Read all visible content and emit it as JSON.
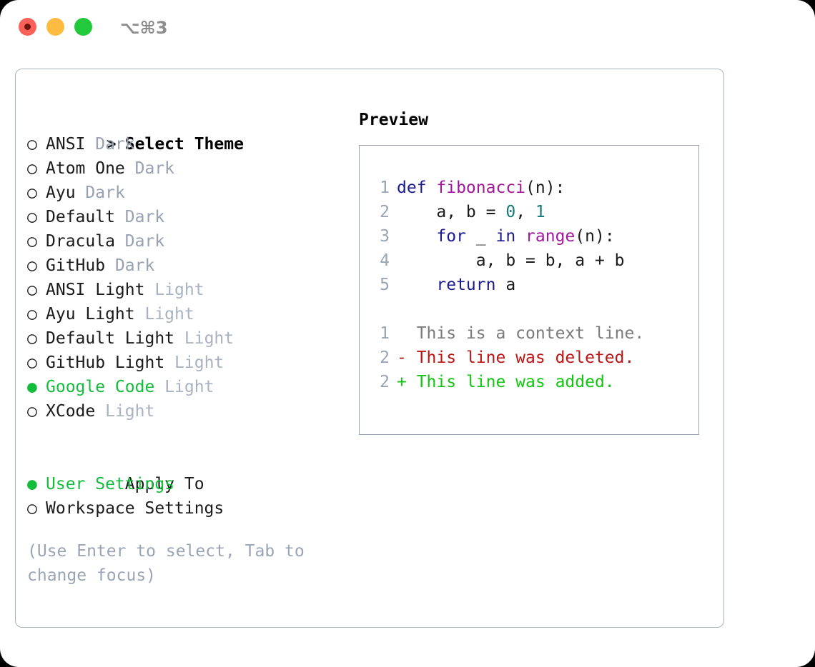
{
  "window": {
    "traffic_lights": [
      "close",
      "minimize",
      "maximize"
    ],
    "shortcut": "⌥⌘3"
  },
  "theme_picker": {
    "header_marker": ">",
    "header_label": "Select Theme",
    "items": [
      {
        "marker": "○",
        "label": "ANSI",
        "tag": "Dark",
        "selected": false
      },
      {
        "marker": "○",
        "label": "Atom One",
        "tag": "Dark",
        "selected": false
      },
      {
        "marker": "○",
        "label": "Ayu",
        "tag": "Dark",
        "selected": false
      },
      {
        "marker": "○",
        "label": "Default",
        "tag": "Dark",
        "selected": false
      },
      {
        "marker": "○",
        "label": "Dracula",
        "tag": "Dark",
        "selected": false
      },
      {
        "marker": "○",
        "label": "GitHub",
        "tag": "Dark",
        "selected": false
      },
      {
        "marker": "○",
        "label": "ANSI Light",
        "tag": "Light",
        "selected": false
      },
      {
        "marker": "○",
        "label": "Ayu Light",
        "tag": "Light",
        "selected": false
      },
      {
        "marker": "○",
        "label": "Default Light",
        "tag": "Light",
        "selected": false
      },
      {
        "marker": "○",
        "label": "GitHub Light",
        "tag": "Light",
        "selected": false
      },
      {
        "marker": "●",
        "label": "Google Code",
        "tag": "Light",
        "selected": true
      },
      {
        "marker": "○",
        "label": "XCode",
        "tag": "Light",
        "selected": false
      }
    ]
  },
  "apply_to": {
    "header_label": "Apply To",
    "items": [
      {
        "marker": "●",
        "label": "User Settings",
        "selected": true
      },
      {
        "marker": "○",
        "label": "Workspace Settings",
        "selected": false
      }
    ]
  },
  "hint": "(Use Enter to select, Tab to change focus)",
  "preview": {
    "title": "Preview",
    "code_lines": [
      {
        "no": "1",
        "segments": [
          {
            "text": "def ",
            "cls": "kw"
          },
          {
            "text": "fibonacci",
            "cls": "fn"
          },
          {
            "text": "(n):",
            "cls": "pl"
          }
        ]
      },
      {
        "no": "2",
        "segments": [
          {
            "text": "    a, b = ",
            "cls": "pl"
          },
          {
            "text": "0",
            "cls": "num"
          },
          {
            "text": ", ",
            "cls": "pl"
          },
          {
            "text": "1",
            "cls": "num"
          }
        ]
      },
      {
        "no": "3",
        "segments": [
          {
            "text": "    for",
            "cls": "kw"
          },
          {
            "text": " _ ",
            "cls": "pl"
          },
          {
            "text": "in ",
            "cls": "kw"
          },
          {
            "text": "range",
            "cls": "fn"
          },
          {
            "text": "(n):",
            "cls": "pl"
          }
        ]
      },
      {
        "no": "4",
        "segments": [
          {
            "text": "        a, b = b, a + b",
            "cls": "pl"
          }
        ]
      },
      {
        "no": "5",
        "segments": [
          {
            "text": "    return",
            "cls": "kw"
          },
          {
            "text": " a",
            "cls": "pl"
          }
        ]
      }
    ],
    "diff_lines": [
      {
        "no": "1",
        "sign": " ",
        "text": " This is a context line.",
        "cls": "ctx"
      },
      {
        "no": "2",
        "sign": "-",
        "text": " This line was deleted.",
        "cls": "del"
      },
      {
        "no": "2",
        "sign": "+",
        "text": " This line was added.",
        "cls": "add"
      }
    ]
  },
  "colors": {
    "accent_green": "#13bd3c",
    "tag_gray": "#97a1b2",
    "hint_gray": "#9aa4b4",
    "border_gray": "#aab2bd",
    "preview_border": "#97a3b4",
    "keyword_blue": "#1a1a8c",
    "function_purple": "#a0189c",
    "number_teal": "#167a7a",
    "diff_delete_red": "#bb1515",
    "diff_add_green": "#12c612",
    "traffic_close": "#fc6058",
    "traffic_min": "#fdbc40",
    "traffic_max": "#22c93a"
  }
}
